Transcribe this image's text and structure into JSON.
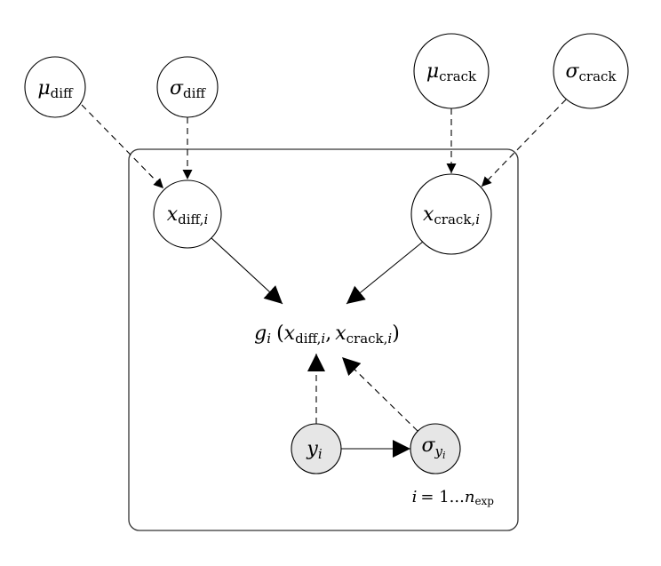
{
  "diagram": {
    "type": "probabilistic-graphical-model",
    "colors": {
      "stroke": "#000000",
      "observed_fill": "#e6e6e6",
      "latent_fill": "#ffffff",
      "plate_stroke": "#333333"
    },
    "nodes": {
      "mu_diff": {
        "main": "μ",
        "sub": "diff",
        "observed": false
      },
      "sigma_diff": {
        "main": "σ",
        "sub": "diff",
        "observed": false
      },
      "mu_crack": {
        "main": "μ",
        "sub": "crack",
        "observed": false
      },
      "sigma_crack": {
        "main": "σ",
        "sub": "crack",
        "observed": false
      },
      "x_diff": {
        "main": "x",
        "sub": "diff,",
        "subi": "i",
        "observed": false
      },
      "x_crack": {
        "main": "x",
        "sub": "crack,",
        "subi": "i",
        "observed": false
      },
      "y": {
        "main": "y",
        "subi": "i",
        "observed": true
      },
      "sigma_y": {
        "main": "σ",
        "sub_y": "y",
        "subi": "i",
        "observed": true
      }
    },
    "function_node": {
      "g": "g",
      "gsub": "i",
      "open": "(",
      "x1": "x",
      "x1sub": "diff,",
      "x1subi": "i",
      "comma": ",",
      "x2": "x",
      "x2sub": "crack,",
      "x2subi": "i",
      "close": ")"
    },
    "plate": {
      "label_i": "i",
      "label_eq": "= 1...",
      "label_n": "n",
      "label_nsub": "exp"
    },
    "edges": [
      {
        "from": "mu_diff",
        "to": "x_diff",
        "style": "dashed"
      },
      {
        "from": "sigma_diff",
        "to": "x_diff",
        "style": "dashed"
      },
      {
        "from": "mu_crack",
        "to": "x_crack",
        "style": "dashed"
      },
      {
        "from": "sigma_crack",
        "to": "x_crack",
        "style": "dashed"
      },
      {
        "from": "x_diff",
        "to": "g",
        "style": "solid"
      },
      {
        "from": "x_crack",
        "to": "g",
        "style": "solid"
      },
      {
        "from": "y",
        "to": "g",
        "style": "dashed"
      },
      {
        "from": "sigma_y",
        "to": "g",
        "style": "dashed"
      },
      {
        "from": "y",
        "to": "sigma_y",
        "style": "solid"
      }
    ]
  }
}
